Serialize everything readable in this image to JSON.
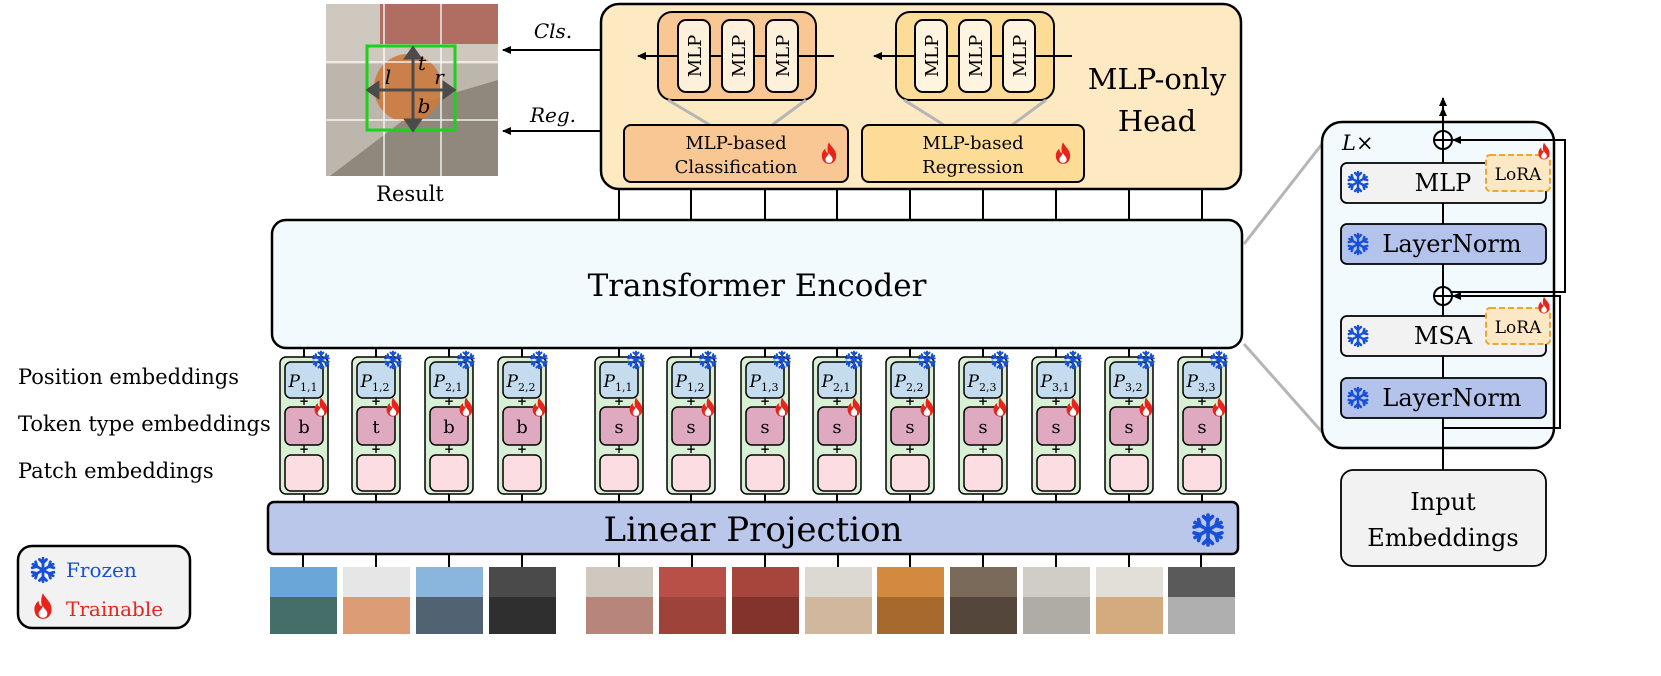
{
  "head": {
    "title_line1": "MLP-only",
    "title_line2": "Head",
    "cls_line1": "MLP-based",
    "cls_line2": "Classification",
    "reg_line1": "MLP-based",
    "reg_line2": "Regression",
    "mlp_label": "MLP"
  },
  "result": {
    "caption": "Result",
    "cls_arrow": "Cls.",
    "reg_arrow": "Reg.",
    "box_labels": {
      "l": "l",
      "t": "t",
      "r": "r",
      "b": "b"
    }
  },
  "encoder": {
    "title": "Transformer Encoder"
  },
  "rows": {
    "position": "Position embeddings",
    "token_type": "Token type embeddings",
    "patch": "Patch embeddings"
  },
  "tokens": [
    {
      "pos": "1,1",
      "type": "b"
    },
    {
      "pos": "1,2",
      "type": "t"
    },
    {
      "pos": "2,1",
      "type": "b"
    },
    {
      "pos": "2,2",
      "type": "b"
    },
    {
      "pos": "1,1",
      "type": "s"
    },
    {
      "pos": "1,2",
      "type": "s"
    },
    {
      "pos": "1,3",
      "type": "s"
    },
    {
      "pos": "2,1",
      "type": "s"
    },
    {
      "pos": "2,2",
      "type": "s"
    },
    {
      "pos": "2,3",
      "type": "s"
    },
    {
      "pos": "3,1",
      "type": "s"
    },
    {
      "pos": "3,2",
      "type": "s"
    },
    {
      "pos": "3,3",
      "type": "s"
    }
  ],
  "position_symbol": "P",
  "projection": {
    "title": "Linear Projection"
  },
  "legend": {
    "frozen": "Frozen",
    "trainable": "Trainable"
  },
  "encoder_block": {
    "repeat": "L×",
    "mlp": "MLP",
    "msa": "MSA",
    "layernorm": "LayerNorm",
    "lora": "LoRA",
    "input_line1": "Input",
    "input_line2": "Embeddings"
  },
  "colors": {
    "head_bg": "#fde9c2",
    "cls_box": "#f9c793",
    "reg_box": "#fddc98",
    "encoder_bg": "#f2fafd",
    "projection": "#bac6ea",
    "layernorm": "#b4c3ec",
    "pos_emb": "#c5dcee",
    "type_emb": "#dfa9c0",
    "patch_emb": "#fcdde2",
    "token_col": "#d8f0d4",
    "lora": "#fde8c6",
    "frozen": "#1750d6",
    "trainable": "#e8231a"
  }
}
